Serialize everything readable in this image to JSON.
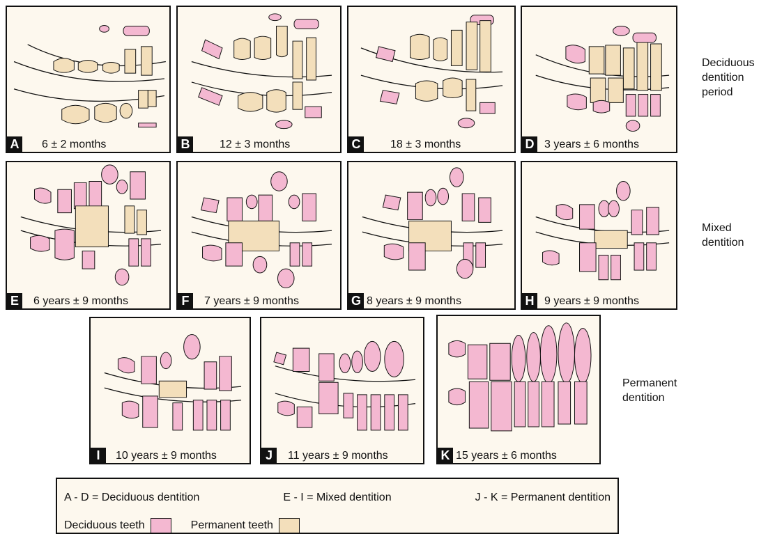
{
  "colors": {
    "pink": "#f4b8d1",
    "beige": "#f3dfbb",
    "panel_bg": "#fdf8ee",
    "outline": "#111111"
  },
  "panels": [
    {
      "letter": "A",
      "age": "6 ± 2 months"
    },
    {
      "letter": "B",
      "age": "12 ± 3 months"
    },
    {
      "letter": "C",
      "age": "18 ± 3 months"
    },
    {
      "letter": "D",
      "age": "3 years ± 6 months"
    },
    {
      "letter": "E",
      "age": "6 years ± 9 months"
    },
    {
      "letter": "F",
      "age": "7 years ± 9 months"
    },
    {
      "letter": "G",
      "age": "8 years ± 9 months"
    },
    {
      "letter": "H",
      "age": "9 years ± 9 months"
    },
    {
      "letter": "I",
      "age": "10 years ± 9 months"
    },
    {
      "letter": "J",
      "age": "11 years ± 9 months"
    },
    {
      "letter": "K",
      "age": "15 years ± 6 months"
    }
  ],
  "stages": {
    "deciduous": [
      "Deciduous",
      "dentition",
      "period"
    ],
    "mixed": [
      "Mixed",
      "dentition"
    ],
    "permanent": [
      "Permanent",
      "dentition"
    ]
  },
  "legend": {
    "deciduous_range": "A - D = Deciduous dentition",
    "mixed_range": "E - I = Mixed dentition",
    "permanent_range": "J - K = Permanent dentition",
    "deciduous_teeth": "Deciduous teeth",
    "permanent_teeth": "Permanent teeth",
    "deciduous_swatch": "pink",
    "permanent_swatch": "beige"
  }
}
